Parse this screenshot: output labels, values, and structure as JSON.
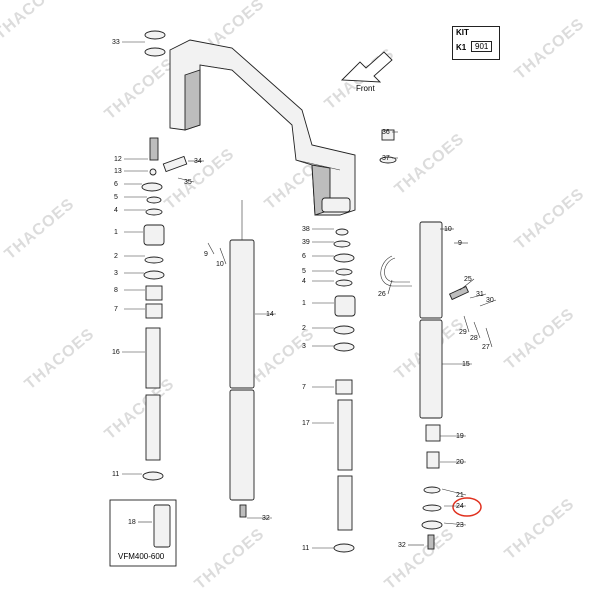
{
  "kit": {
    "title": "KIT",
    "code": "K1",
    "number": "901"
  },
  "front_label": "Front",
  "variant_label": "VFM400-600",
  "watermark": "THACOES",
  "callouts": [
    "33",
    "12",
    "13",
    "6",
    "5",
    "4",
    "1",
    "2",
    "3",
    "8",
    "7",
    "16",
    "11",
    "18",
    "9",
    "10",
    "14",
    "32",
    "34",
    "35",
    "36",
    "37",
    "38",
    "39",
    "5",
    "6",
    "4",
    "1",
    "2",
    "3",
    "7",
    "17",
    "11",
    "10",
    "9",
    "26",
    "25",
    "31",
    "30",
    "29",
    "28",
    "27",
    "15",
    "19",
    "20",
    "21",
    "24",
    "23",
    "32"
  ],
  "highlight": {
    "part": "24",
    "color": "#e0301e"
  }
}
